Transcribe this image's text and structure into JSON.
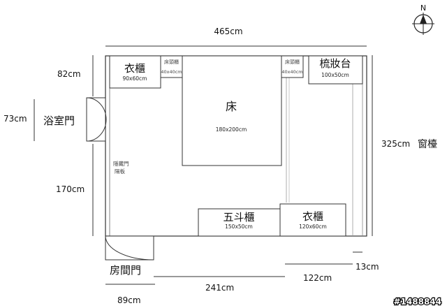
{
  "dimensions": {
    "top_width": "465cm",
    "left_top": "82cm",
    "left_door": "73cm",
    "left_bottom": "170cm",
    "right_height": "325cm",
    "bottom_door": "89cm",
    "bottom_mid": "241cm",
    "bottom_right": "122cm",
    "bottom_gap": "13cm"
  },
  "furniture": {
    "wardrobe_top": {
      "name": "衣櫃",
      "size": "90x60cm"
    },
    "nightstand_left": {
      "name": "床頭櫃",
      "size": "40x40cm"
    },
    "bed": {
      "name": "床",
      "size": "180x200cm"
    },
    "nightstand_right": {
      "name": "床頭櫃",
      "size": "40x40cm"
    },
    "vanity": {
      "name": "梳妝台",
      "size": "100x50cm"
    },
    "chest": {
      "name": "五斗櫃",
      "size": "150x50cm"
    },
    "wardrobe_bottom": {
      "name": "衣櫃",
      "size": "120x60cm"
    }
  },
  "labels": {
    "bathroom_door": "浴室門",
    "hidden_door_1": "隱藏門",
    "hidden_door_2": "隔板",
    "room_door": "房間門",
    "window": "窗檯",
    "compass": "N"
  },
  "watermark": "#1488844"
}
